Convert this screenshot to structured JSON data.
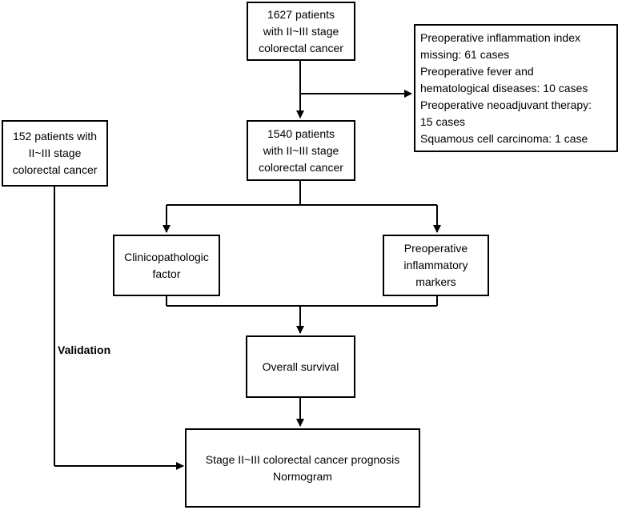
{
  "nodes": {
    "initial_cohort": {
      "lines": [
        "1627 patients",
        "with II~III stage",
        "colorectal cancer"
      ]
    },
    "exclusion": {
      "lines": [
        "Preoperative inflammation index",
        "missing: 61 cases",
        "Preoperative fever and",
        "hematological diseases: 10 cases",
        "Preoperative neoadjuvant therapy:",
        "15 cases",
        "Squamous cell carcinoma: 1 case"
      ]
    },
    "final_cohort": {
      "lines": [
        "1540 patients",
        "with II~III stage",
        "colorectal cancer"
      ]
    },
    "validation_cohort": {
      "lines": [
        "152 patients with",
        "II~III stage",
        "colorectal cancer"
      ]
    },
    "clinicopathologic": {
      "lines": [
        "Clinicopathologic",
        "factor"
      ]
    },
    "inflammatory": {
      "lines": [
        "Preoperative",
        "inflammatory",
        "markers"
      ]
    },
    "overall_survival": {
      "lines": [
        "Overall survival"
      ]
    },
    "nomogram": {
      "lines": [
        "Stage II~III colorectal cancer prognosis",
        "Normogram"
      ]
    }
  },
  "edge_labels": {
    "validation": "Validation"
  }
}
